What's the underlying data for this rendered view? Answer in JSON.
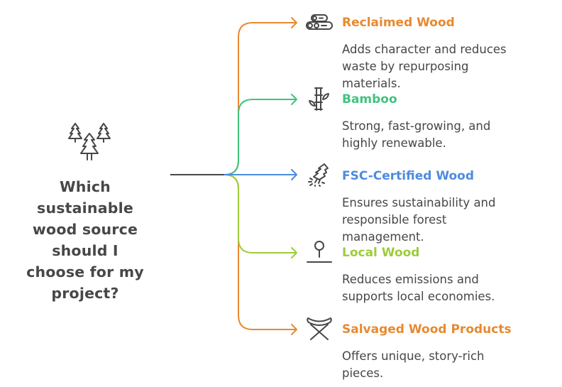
{
  "question": {
    "text": "Which sustainable wood source should I choose for my project?",
    "lines": [
      "Which",
      "sustainable",
      "wood source",
      "should I",
      "choose for my",
      "project?"
    ],
    "icon": "trees-icon"
  },
  "colors": {
    "text": "#474747",
    "stem": "#474747",
    "orange": "#E8892F",
    "green": "#3FC47E",
    "blue": "#4D8BE0",
    "lime": "#9DCC3B"
  },
  "options": [
    {
      "title": "Reclaimed Wood",
      "description": "Adds character and reduces waste by repurposing materials.",
      "desc_lines": [
        "Adds character and reduces",
        "waste by repurposing",
        "materials."
      ],
      "color": "#E8892F",
      "icon": "logs-icon"
    },
    {
      "title": "Bamboo",
      "description": "Strong, fast-growing, and highly renewable.",
      "desc_lines": [
        "Strong, fast-growing, and",
        "highly renewable."
      ],
      "color": "#3FC47E",
      "icon": "bamboo-icon"
    },
    {
      "title": "FSC-Certified Wood",
      "description": "Ensures sustainability and responsible forest management.",
      "desc_lines": [
        "Ensures sustainability and",
        "responsible forest",
        "management."
      ],
      "color": "#4D8BE0",
      "icon": "certified-tree-icon"
    },
    {
      "title": "Local Wood",
      "description": "Reduces emissions and supports local economies.",
      "desc_lines": [
        "Reduces emissions and",
        "supports local economies."
      ],
      "color": "#9DCC3B",
      "icon": "location-pin-icon"
    },
    {
      "title": "Salvaged Wood Products",
      "description": "Offers unique, story-rich pieces.",
      "desc_lines": [
        "Offers unique, story-rich",
        "pieces."
      ],
      "color": "#E8892F",
      "icon": "stool-icon"
    }
  ]
}
